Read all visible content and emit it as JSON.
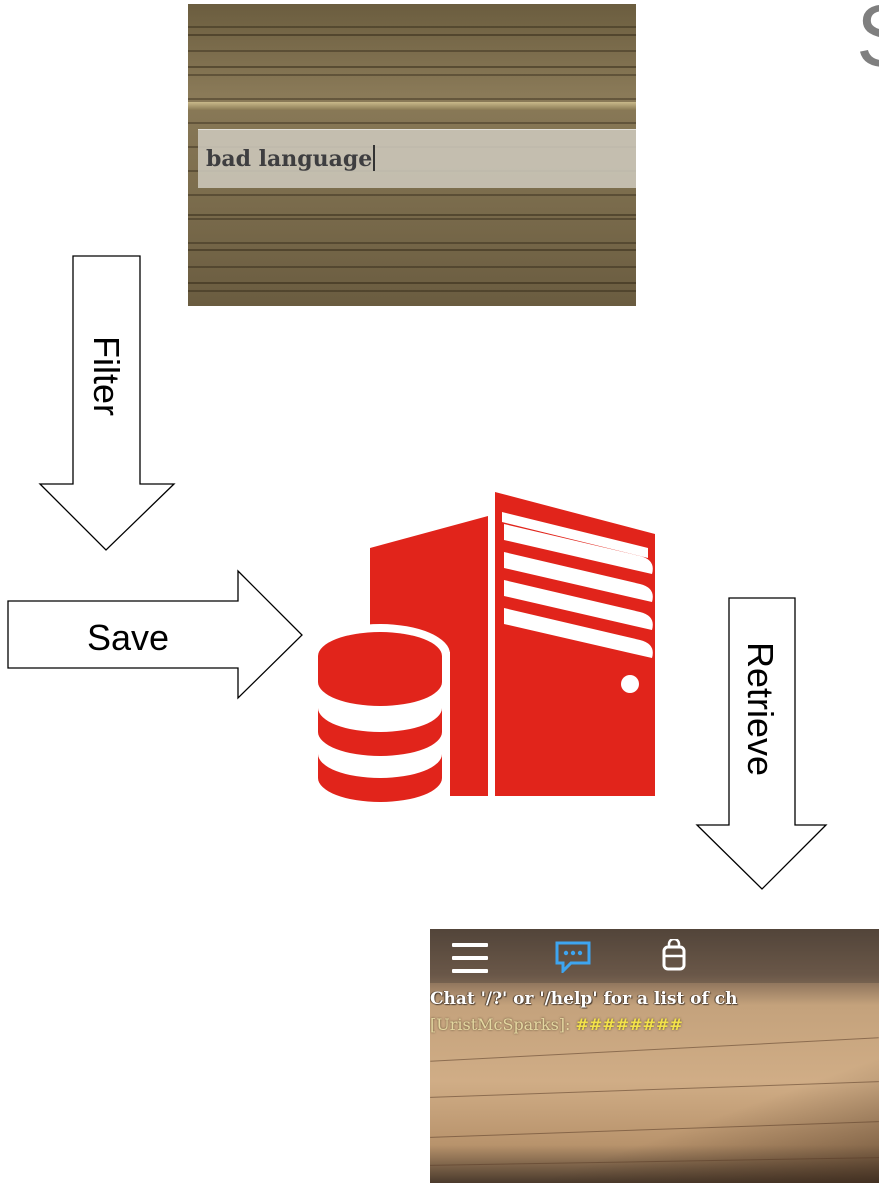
{
  "top_screenshot": {
    "input_text": "bad language"
  },
  "arrows": {
    "filter": "Filter",
    "save": "Save",
    "retrieve": "Retrieve"
  },
  "partial_top_right_text": "S",
  "bottom_screenshot": {
    "chat_hint": "Chat '/?' or '/help' for a list of ch",
    "username": "[UristMcSparks]",
    "separator": ": ",
    "filtered_message": "########"
  },
  "colors": {
    "server_red": "#e1241b",
    "chat_icon_blue": "#3ea5f0",
    "filtered_yellow": "#f3e24a"
  },
  "icons": [
    "server-database-icon",
    "menu-icon",
    "chat-icon",
    "backpack-icon"
  ]
}
